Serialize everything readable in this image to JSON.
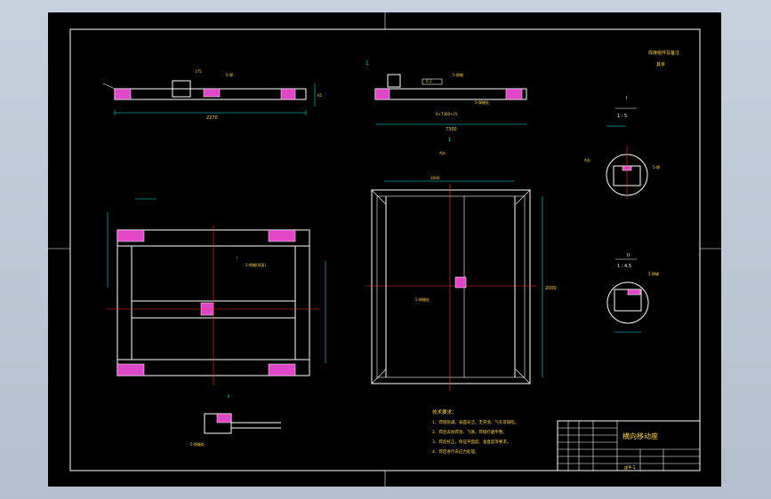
{
  "title_block": {
    "drawing_title": "横向移动座",
    "drawing_number": "gl4-1"
  },
  "tech_requirements": {
    "heading": "技术要求：",
    "items": [
      "1、焊缝饱满，表面光洁，无夹渣，气孔等缺陷。",
      "2、焊后去除焊渣、飞溅，焊缝打磨平整。",
      "3、焊后校正，保证平面度、垂直度等要求。",
      "4、焊后进行去应力处理。"
    ]
  },
  "labels": {
    "detail_1": "I",
    "scale_1": "1 : 5",
    "detail_2": "II",
    "scale_2": "1 : 4.5",
    "note_top_right": "焊接组件及备注",
    "dim_top_left": "2270",
    "dim_top_right": "7300",
    "dim_plan_height": "2000"
  },
  "colors": {
    "background": "#000000",
    "outline": "#ffffff",
    "dimension": "#00e5e5",
    "centerline": "#ff3030",
    "hidden": "#2fbf4a",
    "highlight": "#e046c8",
    "text": "#ffd23f"
  }
}
